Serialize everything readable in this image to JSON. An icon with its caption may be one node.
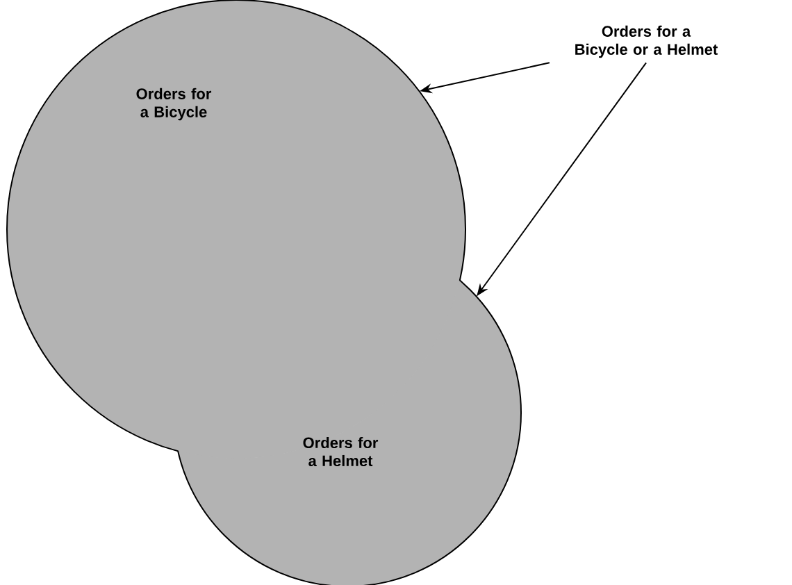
{
  "diagram": {
    "nodes": [
      {
        "text": [
          "Orders for a Bicycle"
        ]
      },
      {
        "text": [
          "Orders for a Helmet"
        ]
      },
      {
        "text": [
          "Orders for a Bicycle or a Helmet"
        ]
      }
    ],
    "edges": [
      {
        "from": 2,
        "to": 0,
        "arrow": "to"
      },
      {
        "from": 2,
        "to": 1,
        "arrow": "to"
      }
    ]
  }
}
